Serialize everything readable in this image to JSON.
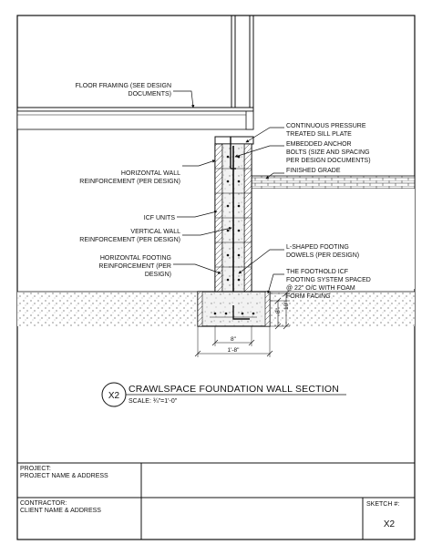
{
  "drawing": {
    "title": "CRAWLSPACE FOUNDATION WALL SECTION",
    "scale_text": "SCALE:  ¾\"=1'-0\"",
    "detail_id": "X2",
    "left_callouts": [
      {
        "line1": "FLOOR FRAMING (SEE DESIGN",
        "line2": "DOCUMENTS)"
      },
      {
        "line1": "HORIZONTAL WALL",
        "line2": "REINFORCEMENT (PER DESIGN)"
      },
      {
        "line1": "ICF UNITS",
        "line2": ""
      },
      {
        "line1": "VERTICAL WALL",
        "line2": "REINFORCEMENT (PER DESIGN)"
      },
      {
        "line1": "HORIZONTAL FOOTING",
        "line2": "REINFORCEMENT (PER",
        "line3": "DESIGN)"
      }
    ],
    "right_callouts": [
      {
        "line1": "CONTINUOUS PRESSURE",
        "line2": "TREATED SILL PLATE"
      },
      {
        "line1": "EMBEDDED ANCHOR",
        "line2": "BOLTS (SIZE AND SPACING",
        "line3": "PER DESIGN DOCUMENTS)"
      },
      {
        "line1": "FINISHED GRADE"
      },
      {
        "line1": "L-SHAPED FOOTING",
        "line2": "DOWELS (PER DESIGN)"
      },
      {
        "line1": "THE FOOTHOLD ICF",
        "line2": "FOOTING SYSTEM SPACED",
        "line3": "@ 22\" O/C WITH FOAM",
        "line4": "FORM FACING"
      }
    ],
    "dimensions": {
      "height_inner": "8\"",
      "height_outer": "10\"",
      "width_inner": "8\"",
      "width_outer": "1'-8\""
    }
  },
  "title_block": {
    "project_label": "PROJECT:",
    "project_value": "PROJECT NAME & ADDRESS",
    "contractor_label": "CONTRACTOR:",
    "contractor_value": "CLIENT NAME & ADDRESS",
    "sketch_label": "SKETCH #:",
    "sketch_value": "X2"
  }
}
